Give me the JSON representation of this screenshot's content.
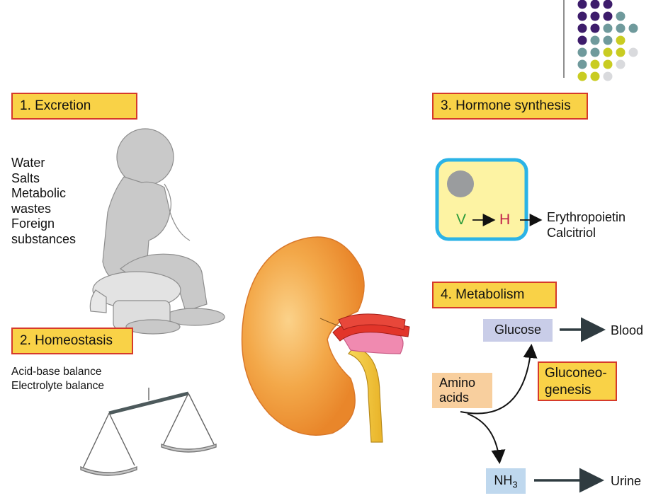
{
  "sections": {
    "excretion": {
      "title": "1. Excretion",
      "items": [
        "Water",
        "Salts",
        "Metabolic",
        "wastes",
        "Foreign",
        "substances"
      ]
    },
    "homeostasis": {
      "title": "2. Homeostasis",
      "items": [
        "Acid-base balance",
        "Electrolyte balance"
      ]
    },
    "hormone_synthesis": {
      "title": "3. Hormone synthesis",
      "cell_v": "V",
      "cell_h": "H",
      "products": [
        "Erythropoietin",
        "Calcitriol"
      ]
    },
    "metabolism": {
      "title": "4. Metabolism",
      "glucose": "Glucose",
      "blood": "Blood",
      "gluconeogenesis": [
        "Gluconeo-",
        "genesis"
      ],
      "amino_acids": [
        "Amino",
        "acids"
      ],
      "nh3_base": "NH",
      "nh3_sub": "3",
      "urine": "Urine"
    }
  },
  "colors": {
    "label_fill": "#f9d247",
    "label_border": "#d63a2a",
    "cell_fill": "#fdf3a3",
    "cell_border": "#2bb3e6",
    "glucose_fill": "#c9cde8",
    "amino_fill": "#f8cf9e",
    "nh3_fill": "#bfd8ee",
    "kidney": "#f0a040",
    "artery": "#e03a2a",
    "ureter": "#f3c93a",
    "letter_v": "#2a9a3a",
    "letter_h": "#c0204a"
  },
  "icons": [
    "child-figure-icon",
    "balance-scale-icon",
    "kidney-icon",
    "dots-pattern-icon",
    "cell-nucleus-icon"
  ]
}
